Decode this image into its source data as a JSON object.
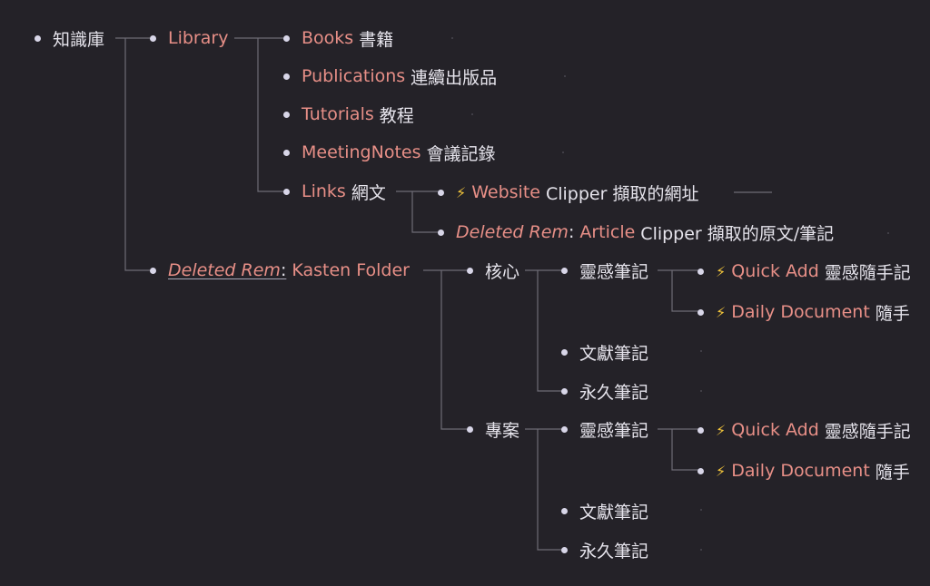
{
  "tree": {
    "root": {
      "label": "知識庫"
    },
    "library": {
      "label": "Library"
    },
    "books": {
      "pink": "Books",
      "white": "書籍"
    },
    "publications": {
      "pink": "Publications",
      "white": "連續出版品"
    },
    "tutorials": {
      "pink": "Tutorials",
      "white": "教程"
    },
    "meeting": {
      "pink": "MeetingNotes",
      "white": "會議記錄"
    },
    "links": {
      "pink": "Links",
      "white": "網文"
    },
    "website": {
      "icon": "lightning-icon",
      "pink": "Website",
      "white": "Clipper 擷取的網址"
    },
    "article": {
      "deleted": "Deleted Rem",
      "colon": ":",
      "pink": "Article",
      "white": "Clipper 擷取的原文/筆記"
    },
    "kasten": {
      "deleted": "Deleted Rem",
      "colon": ":",
      "white": "Kasten Folder"
    },
    "core": {
      "label": "核心"
    },
    "core_inspiration": {
      "label": "靈感筆記"
    },
    "core_quick": {
      "icon": "lightning-icon",
      "pink": "Quick Add",
      "white": "靈感隨手記"
    },
    "core_daily": {
      "icon": "lightning-icon",
      "pink": "Daily Document",
      "white": "隨手"
    },
    "core_literature": {
      "label": "文獻筆記"
    },
    "core_permanent": {
      "label": "永久筆記"
    },
    "project": {
      "label": "專案"
    },
    "project_inspiration": {
      "label": "靈感筆記"
    },
    "project_quick": {
      "icon": "lightning-icon",
      "pink": "Quick Add",
      "white": "靈感隨手記"
    },
    "project_daily": {
      "icon": "lightning-icon",
      "pink": "Daily Document",
      "white": "隨手"
    },
    "project_literature": {
      "label": "文獻筆記"
    },
    "project_permanent": {
      "label": "永久筆記"
    }
  },
  "colors": {
    "background": "#242228",
    "link": "#e78f87",
    "text": "#e6e4ec",
    "connector": "#6e6c76",
    "bolt": "#f2c53b"
  }
}
